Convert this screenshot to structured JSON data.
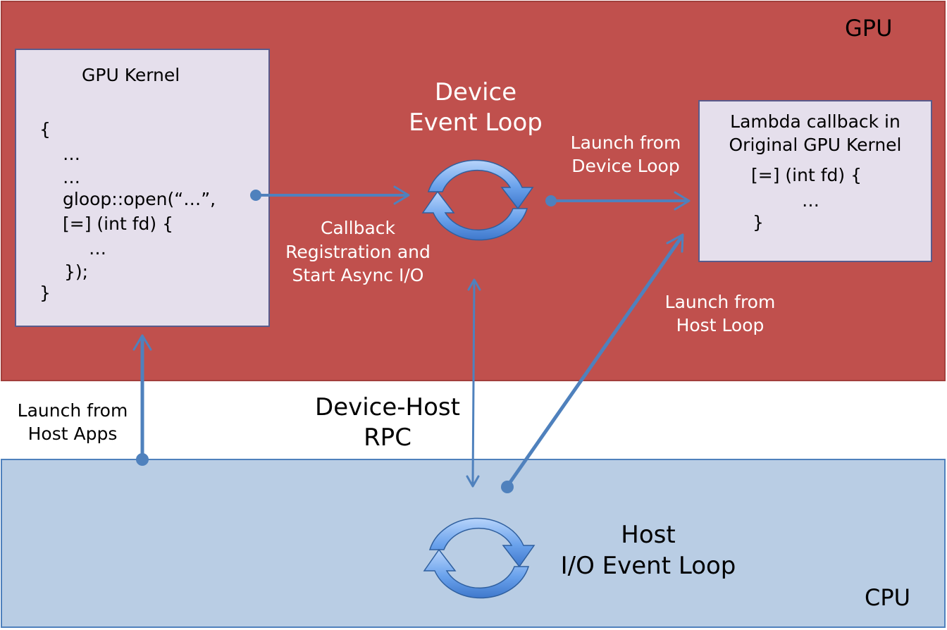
{
  "gpu": {
    "label": "GPU"
  },
  "cpu": {
    "label": "CPU"
  },
  "kernel": {
    "title": "GPU Kernel",
    "code_lines": [
      "{",
      "…",
      "…",
      "gloop::open(“…”,",
      "[=] (int fd) {",
      "…",
      "});",
      "}"
    ]
  },
  "device_loop": {
    "line1": "Device",
    "line2": "Event Loop"
  },
  "lambda": {
    "line1": "Lambda callback in",
    "line2": "Original GPU Kernel",
    "code_lines": [
      "[=] (int fd) {",
      "…",
      "}"
    ]
  },
  "host_loop": {
    "line1": "Host",
    "line2": "I/O Event Loop"
  },
  "edges": {
    "callback_registration": [
      "Callback",
      "Registration and",
      "Start Async I/O"
    ],
    "launch_device_loop": [
      "Launch from",
      "Device Loop"
    ],
    "launch_host_loop": [
      "Launch from",
      "Host Loop"
    ],
    "launch_host_apps": [
      "Launch from",
      "Host Apps"
    ],
    "rpc": [
      "Device-Host",
      "RPC"
    ]
  },
  "colors": {
    "gpu_fill": "#c0504d",
    "cpu_fill": "#b9cde4",
    "box_fill": "#e5dfec",
    "arrow": "#4f81bd",
    "loop_icon": "#4a86d8"
  },
  "icons": {
    "device_loop_icon": "refresh-cycle-icon",
    "host_loop_icon": "refresh-cycle-icon"
  }
}
